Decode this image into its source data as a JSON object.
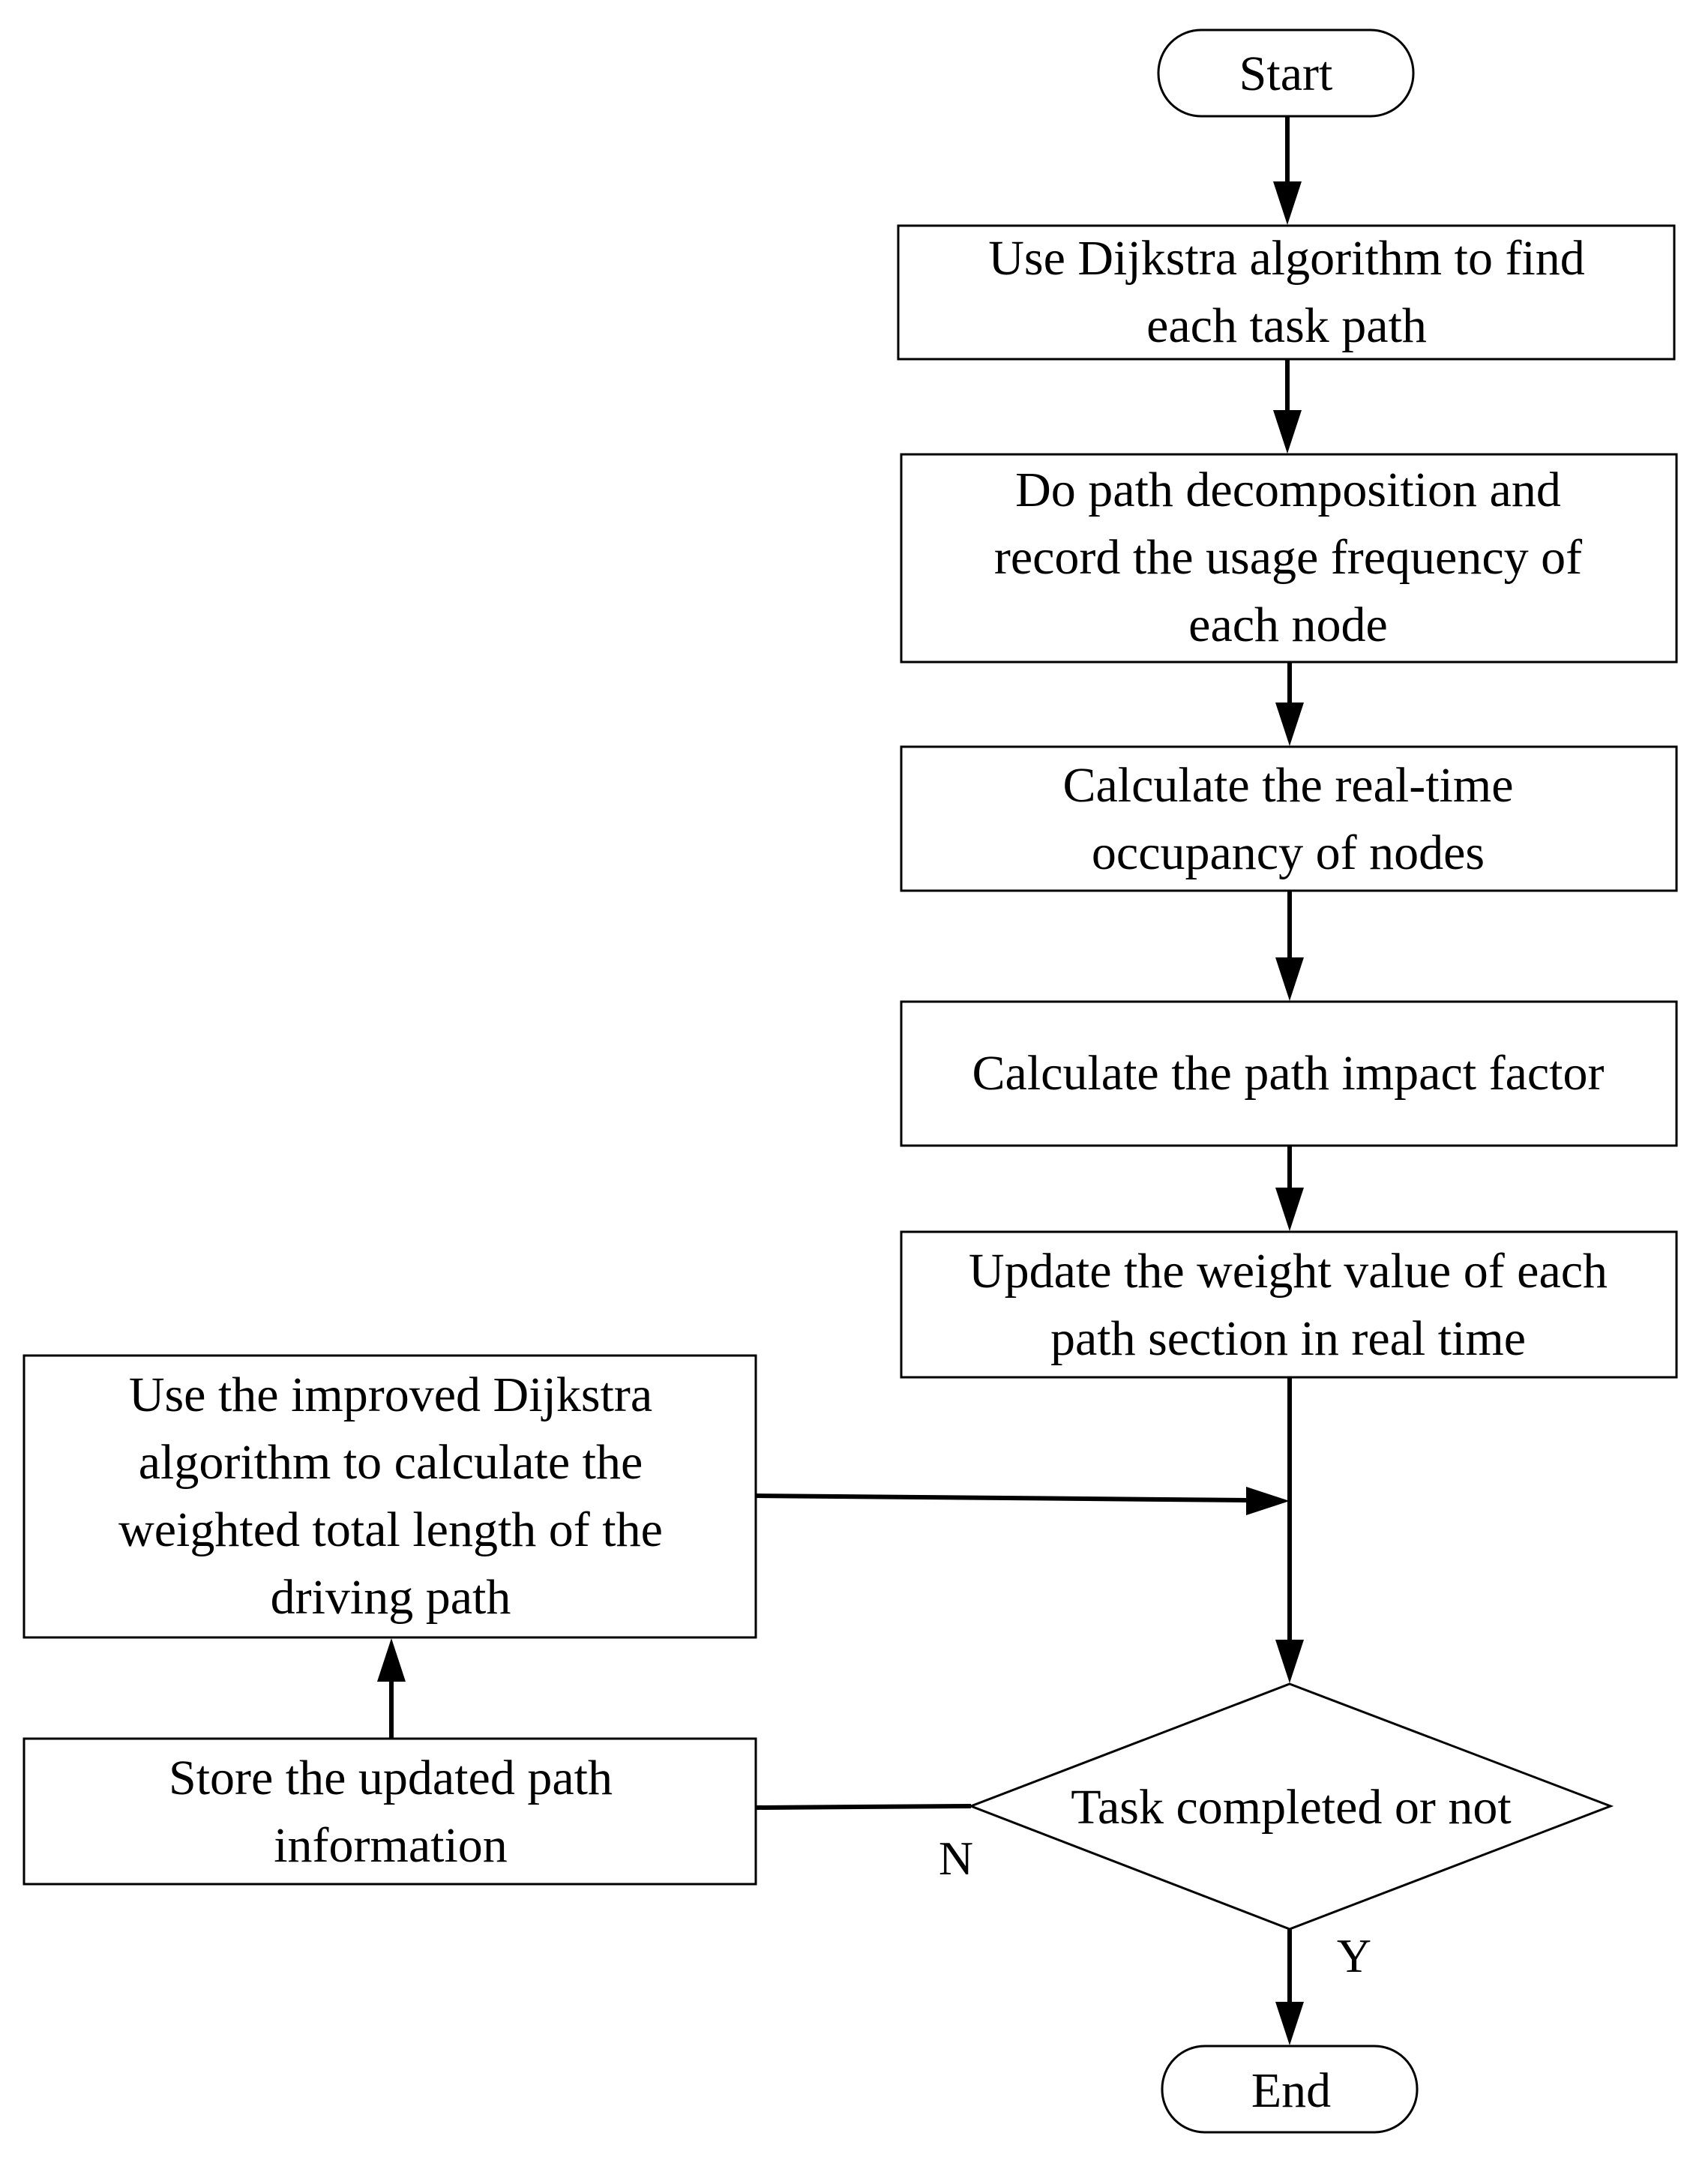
{
  "diagram": {
    "nodes": {
      "start": {
        "lines": [
          "Start"
        ]
      },
      "find_paths": {
        "lines": [
          "Use Dijkstra algorithm to find",
          "each task path"
        ]
      },
      "decompose": {
        "lines": [
          "Do path decomposition and",
          "record the usage frequency of",
          "each node"
        ]
      },
      "occupancy": {
        "lines": [
          "Calculate the real-time",
          "occupancy of nodes"
        ]
      },
      "impact": {
        "lines": [
          "Calculate the path impact factor"
        ]
      },
      "update_weights": {
        "lines": [
          "Update the weight value of each",
          "path section in real time"
        ]
      },
      "improved_dijkstra": {
        "lines": [
          "Use the improved Dijkstra",
          "algorithm to calculate the",
          "weighted total length of the",
          "driving path"
        ]
      },
      "store": {
        "lines": [
          "Store the updated path",
          "information"
        ]
      },
      "decision": {
        "lines": [
          "Task completed or not"
        ]
      },
      "end": {
        "lines": [
          "End"
        ]
      }
    },
    "edge_labels": {
      "no": "N",
      "yes": "Y"
    },
    "colors": {
      "stroke": "#000000",
      "fill": "#ffffff",
      "text": "#000000"
    }
  }
}
